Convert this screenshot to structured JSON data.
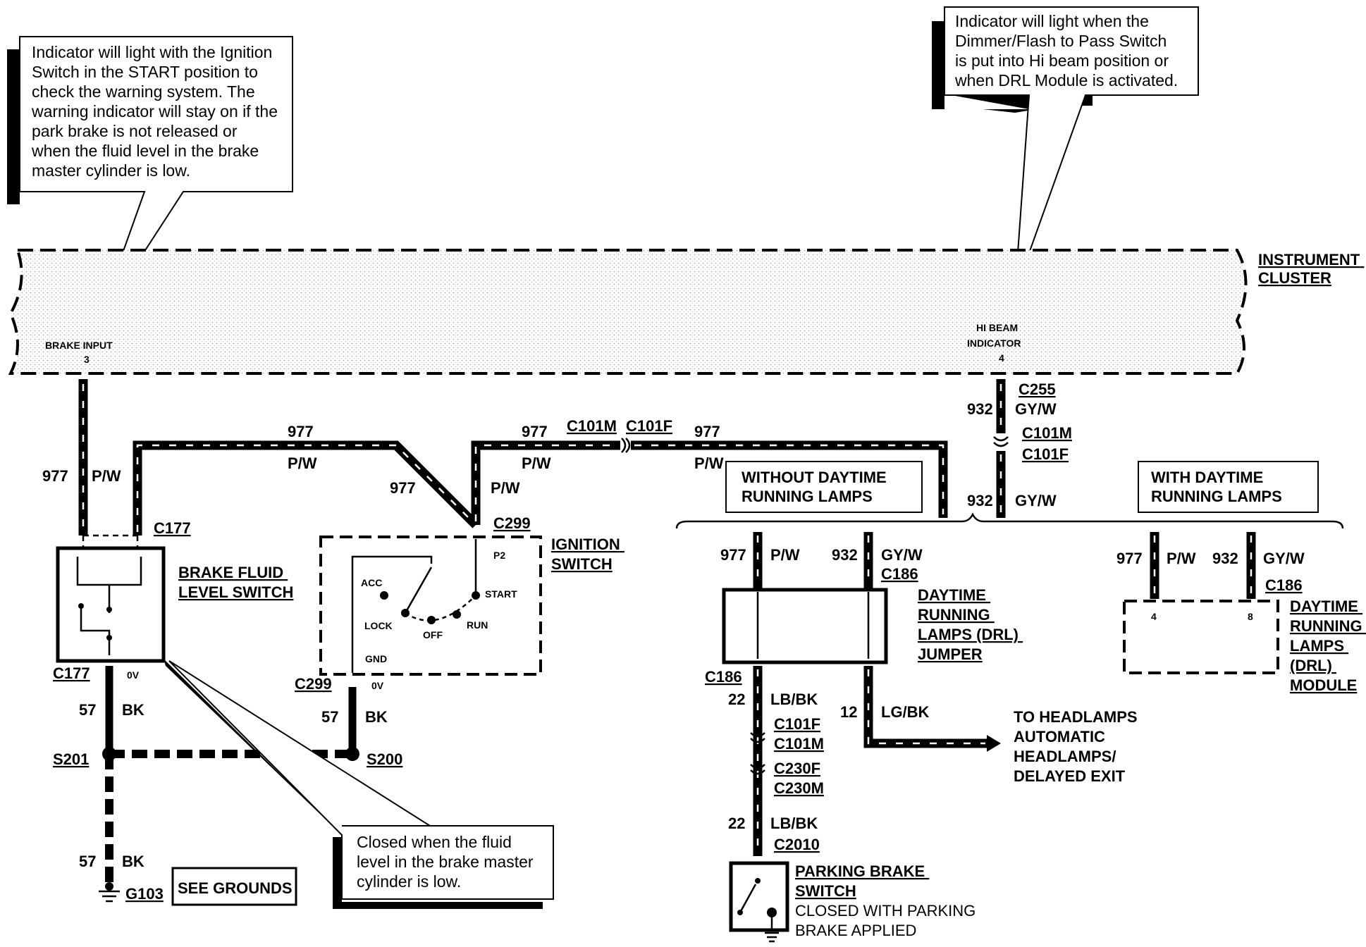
{
  "callouts": {
    "brake_warning": [
      "Indicator will light with the Ignition",
      "Switch in the START position to",
      "check the warning system.  The",
      "warning indicator will stay on if the",
      "park brake is not released or",
      "when the fluid level in the brake",
      "master cylinder is low."
    ],
    "hi_beam": [
      "Indicator will light when the",
      "Dimmer/Flash to Pass Switch",
      "is put into Hi beam position or",
      "when DRL Module is activated."
    ],
    "fluid_switch": [
      "Closed when the fluid",
      "level in the brake master",
      "cylinder is low."
    ]
  },
  "cluster": {
    "title": [
      "INSTRUMENT",
      "CLUSTER"
    ],
    "brake_input": "BRAKE INPUT",
    "brake_input_pin": "3",
    "hi_beam": [
      "HI BEAM",
      "INDICATOR"
    ],
    "hi_beam_pin": "4"
  },
  "wires": {
    "w977": "977",
    "pw": "P/W",
    "w932": "932",
    "gyw": "GY/W",
    "w57": "57",
    "bk": "BK",
    "w22": "22",
    "lbbk": "LB/BK",
    "w12": "12",
    "lgbk": "LG/BK"
  },
  "connectors": {
    "c177": "C177",
    "c299": "C299",
    "c101m": "C101M",
    "c101f": "C101F",
    "c255": "C255",
    "c186": "C186",
    "c230f": "C230F",
    "c230m": "C230M",
    "c2010": "C2010",
    "s201": "S201",
    "s200": "S200",
    "g103": "G103"
  },
  "components": {
    "brake_fluid_switch": [
      "BRAKE FLUID",
      "LEVEL SWITCH"
    ],
    "ignition_switch": [
      "IGNITION",
      "SWITCH"
    ],
    "ignition_positions": {
      "acc": "ACC",
      "lock": "LOCK",
      "off": "OFF",
      "run": "RUN",
      "start": "START",
      "p2": "P2",
      "gnd": "GND"
    },
    "drl_jumper": [
      "DAYTIME",
      "RUNNING",
      "LAMPS (DRL)",
      "JUMPER"
    ],
    "drl_module": [
      "DAYTIME",
      "RUNNING",
      "LAMPS",
      "(DRL)",
      "MODULE"
    ],
    "module_pins": [
      "4",
      "8"
    ],
    "parking_brake": [
      "PARKING BRAKE",
      "SWITCH"
    ],
    "parking_brake_note": [
      "CLOSED WITH PARKING",
      "BRAKE APPLIED"
    ]
  },
  "zero_volt": "0V",
  "options": {
    "without_drl": [
      "WITHOUT DAYTIME",
      "RUNNING LAMPS"
    ],
    "with_drl": [
      "WITH DAYTIME",
      "RUNNING LAMPS"
    ]
  },
  "see_grounds": "SEE GROUNDS",
  "headlamps": [
    "TO HEADLAMPS",
    "AUTOMATIC",
    "HEADLAMPS/",
    "DELAYED EXIT"
  ]
}
